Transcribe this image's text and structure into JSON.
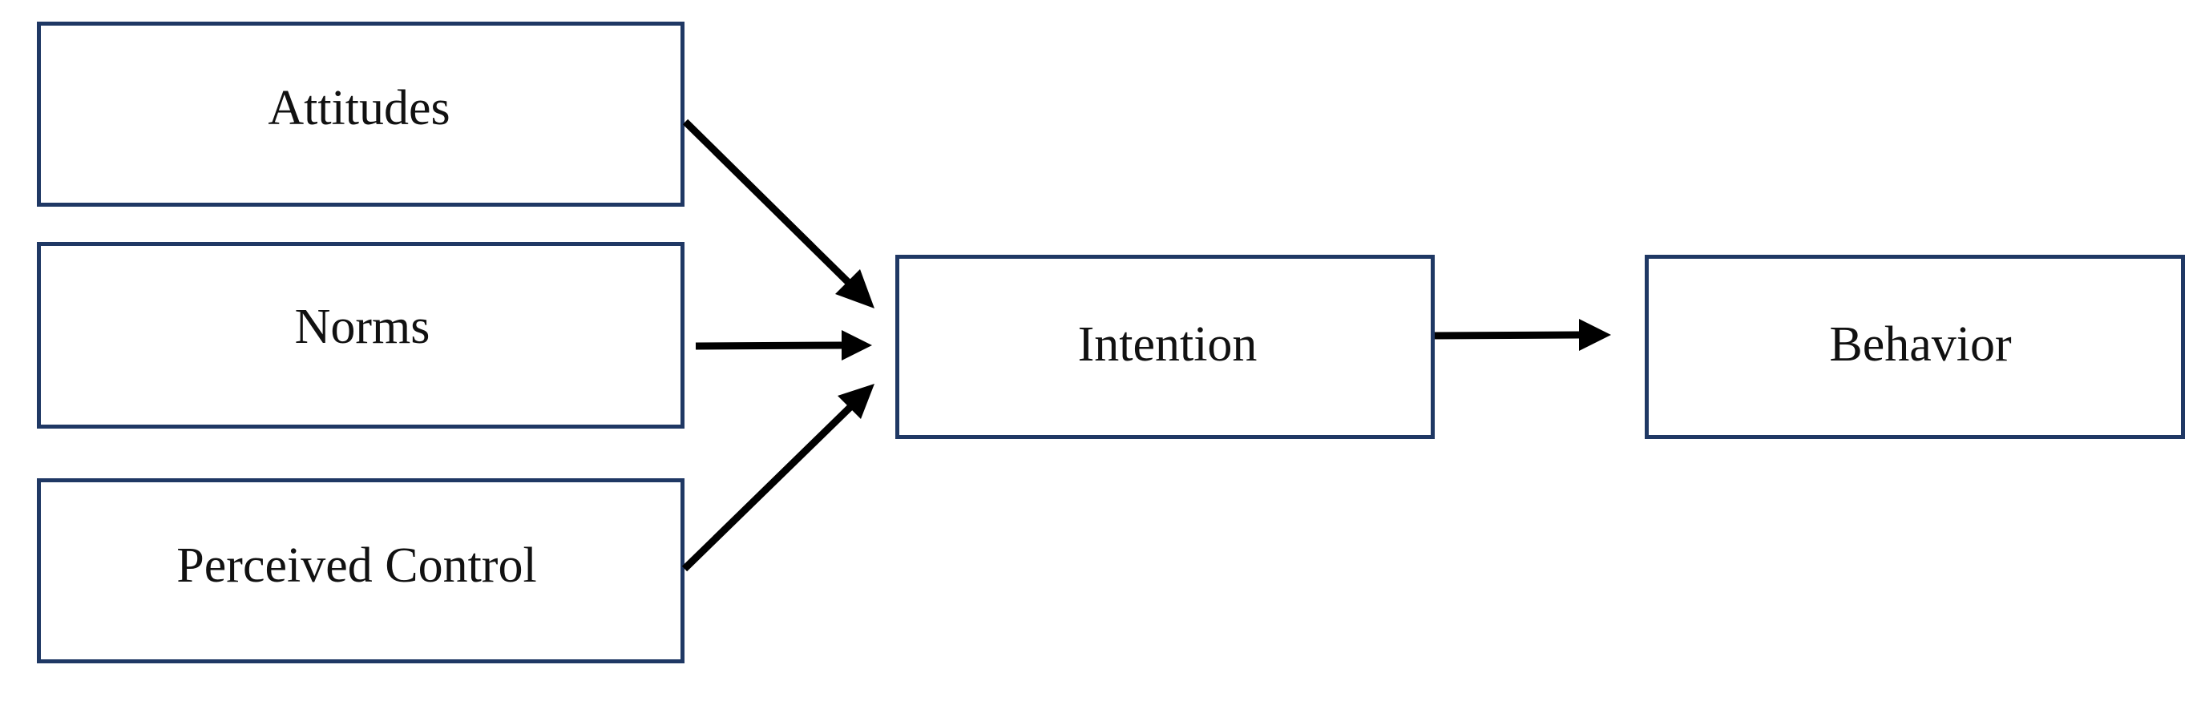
{
  "diagram": {
    "nodes": {
      "attitudes": "Attitudes",
      "norms": "Norms",
      "perceived_control": "Perceived Control",
      "intention": "Intention",
      "behavior": "Behavior"
    },
    "edges": [
      {
        "from": "Attitudes",
        "to": "Intention"
      },
      {
        "from": "Norms",
        "to": "Intention"
      },
      {
        "from": "Perceived Control",
        "to": "Intention"
      },
      {
        "from": "Intention",
        "to": "Behavior"
      }
    ],
    "colors": {
      "box_border": "#1f3864",
      "arrow": "#000000",
      "text": "#111111"
    }
  }
}
